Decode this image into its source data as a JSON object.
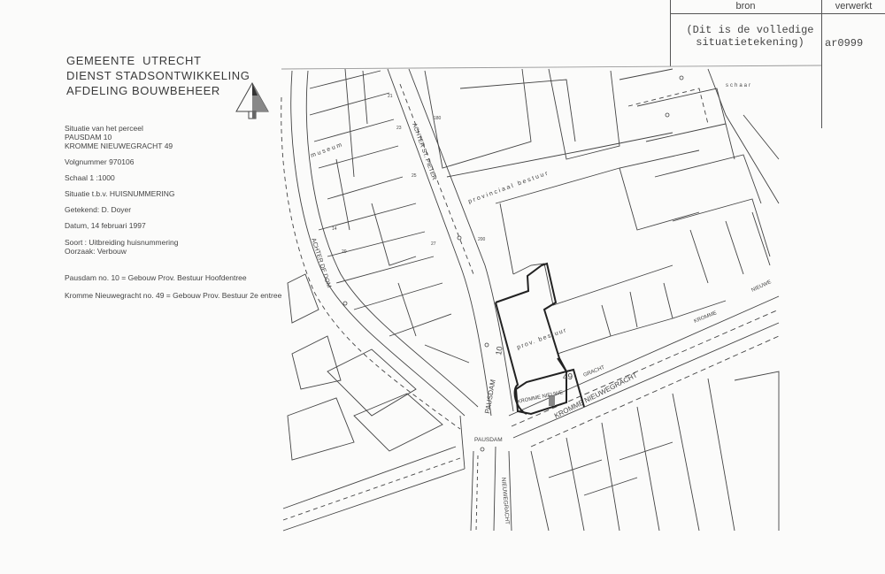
{
  "header": {
    "line1": "GEMEENTE  UTRECHT",
    "line2": "DIENST STADSONTWIKKELING",
    "line3": "AFDELING BOUWBEHEER"
  },
  "info": {
    "situatie_label": "Situatie van het perceel",
    "address1": "PAUSDAM 10",
    "address2": "KROMME NIEUWEGRACHT 49",
    "volgnummer": "Volgnummer 970106",
    "schaal": "Schaal 1 :1000",
    "situatie_tbv": "Situatie t.b.v. HUISNUMMERING",
    "getekend": "Getekend: D. Doyer",
    "datum": "Datum, 14 februari 1997",
    "soort": "Soort : Uitbreiding huisnummering",
    "oorzaak": "Oorzaak: Verbouw",
    "note1": "Pausdam no. 10 = Gebouw Prov. Bestuur Hoofdentree",
    "note2": "Kromme Nieuwegracht no. 49 = Gebouw Prov. Bestuur 2e entree"
  },
  "table": {
    "col1_header": "bron",
    "col2_header": "verwerkt",
    "bron_line1": "(Dit is de volledige",
    "bron_line2": "situatietekening)",
    "verwerkt_value": "ar0999"
  },
  "map": {
    "labels": {
      "museum": "museum",
      "achter_st_pieter": "ACHTER ST. PIETER",
      "achter_de_dom": "ACHTER DE DOM",
      "provinciaal_bestuur": "provinciaal bestuur",
      "prov_bestuur": "prov. bestuur",
      "pausdam_street": "PAUSDAM",
      "pausdam_square": "PAUSDAM",
      "kromme_nieuwegracht": "KROMME NIEUWEGRACHT",
      "kromme_nieuwe": "KROMME NIEUWE",
      "gracht": "GRACHT",
      "kromme_right": "KROMME",
      "nieuwe_right": "NIEUWE",
      "nieuwegracht": "NIEUWEGRACHT",
      "schaar": "schaar",
      "num_49": "49",
      "num_10": "10",
      "n21": "21",
      "n23": "23",
      "n25": "25",
      "n27": "27",
      "n14": "14",
      "n20": "20",
      "n180": "180",
      "n200": "200"
    }
  }
}
